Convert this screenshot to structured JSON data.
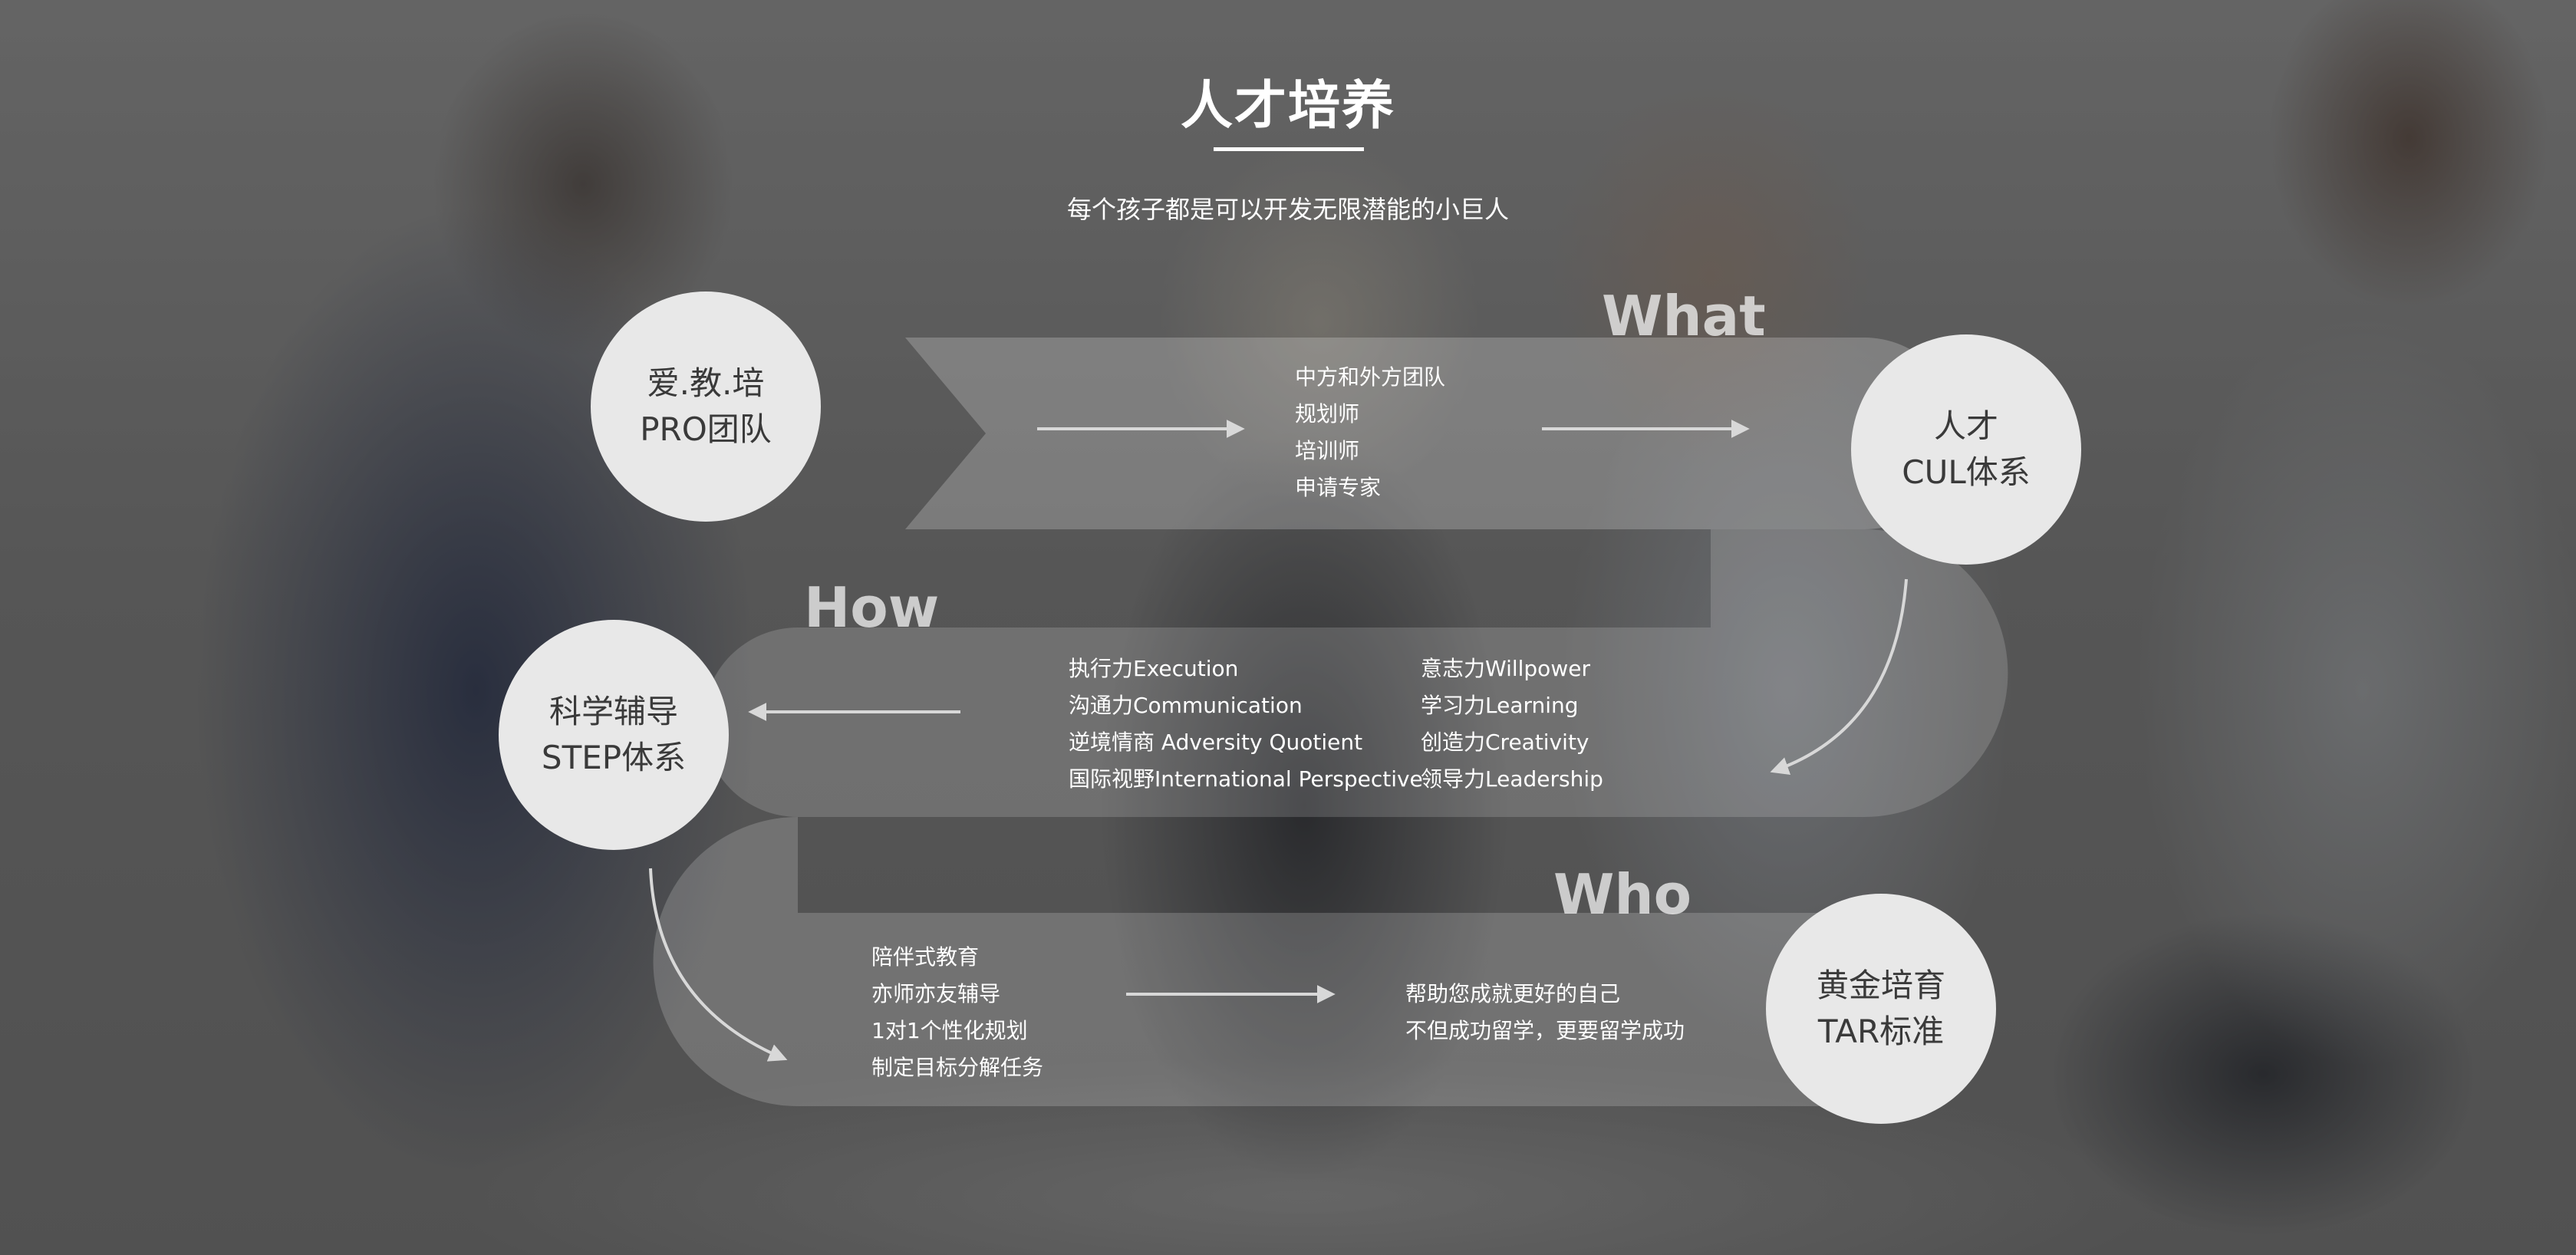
{
  "header": {
    "title": "人才培养",
    "subtitle": "每个孩子都是可以开发无限潜能的小巨人"
  },
  "sections": {
    "what": "What",
    "how": "How",
    "who": "Who"
  },
  "nodes": {
    "team": {
      "line1": "爱.教.培",
      "line2": "PRO团队"
    },
    "cul": {
      "line1": "人才",
      "line2": "CUL体系"
    },
    "step": {
      "line1": "科学辅导",
      "line2": "STEP体系"
    },
    "tar": {
      "line1": "黄金培育",
      "line2": "TAR标准"
    }
  },
  "what_list": [
    "中方和外方团队",
    "规划师",
    "培训师",
    "申请专家"
  ],
  "how_list_left": [
    "执行力Execution",
    "沟通力Communication",
    "逆境情商 Adversity Quotient",
    "国际视野International Perspective"
  ],
  "how_list_right": [
    "意志力Willpower",
    "学习力Learning",
    "创造力Creativity",
    "领导力Leadership"
  ],
  "who_list_left": [
    "陪伴式教育",
    "亦师亦友辅导",
    "1对1个性化规划",
    "制定目标分解任务"
  ],
  "who_list_right": [
    "帮助您成就更好的自己",
    "不但成功留学，更要留学成功"
  ],
  "colors": {
    "node_fill": "#e8e8e8",
    "node_text": "#3a3a3a",
    "band_fill": "rgba(255,255,255,0.22)",
    "arrow": "#d8d8d8"
  }
}
